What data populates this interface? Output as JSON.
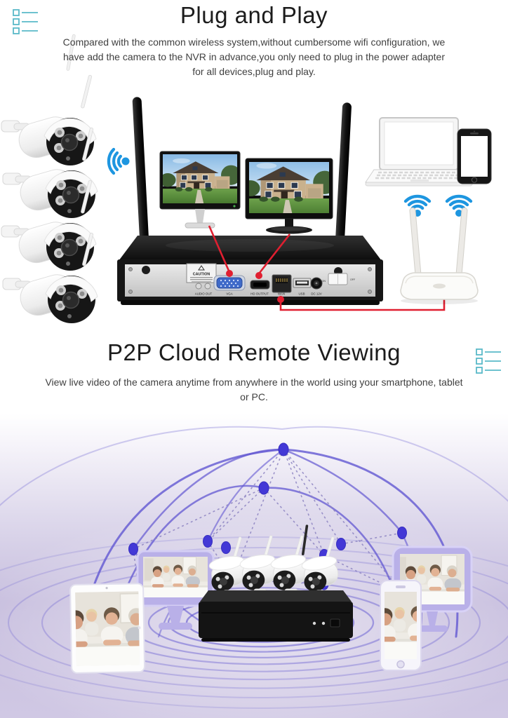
{
  "colors": {
    "accent_teal": "#5ab9c8",
    "wifi_blue": "#1e96e0",
    "connector_red": "#e01f30",
    "network_purple": "#655bd4",
    "node_purple": "#4338d6",
    "device_lavender": "#b9b0e8",
    "title_text": "#1c1c1c",
    "body_text": "#404040"
  },
  "plug_play": {
    "title": "Plug and Play",
    "description": "Compared with the common wireless system,without cumbersome wifi configuration, we have add the camera to the NVR in advance,you only need to plug in the power adapter for all devices,plug and play."
  },
  "p2p": {
    "title": "P2P Cloud Remote Viewing",
    "description": "View live video of the camera anytime from anywhere in the world using your smartphone, tablet or PC."
  },
  "nvr": {
    "caution_label": "CAUTION",
    "port_labels": [
      "AUDIO OUT",
      "VGA",
      "HD OUTPUT",
      "WAN",
      "USB",
      "DC 12V"
    ],
    "switch_on": "ON",
    "switch_off": "OFF"
  },
  "icons": {
    "list_icon": "list-icon",
    "wifi_icon": "wifi-icon"
  }
}
